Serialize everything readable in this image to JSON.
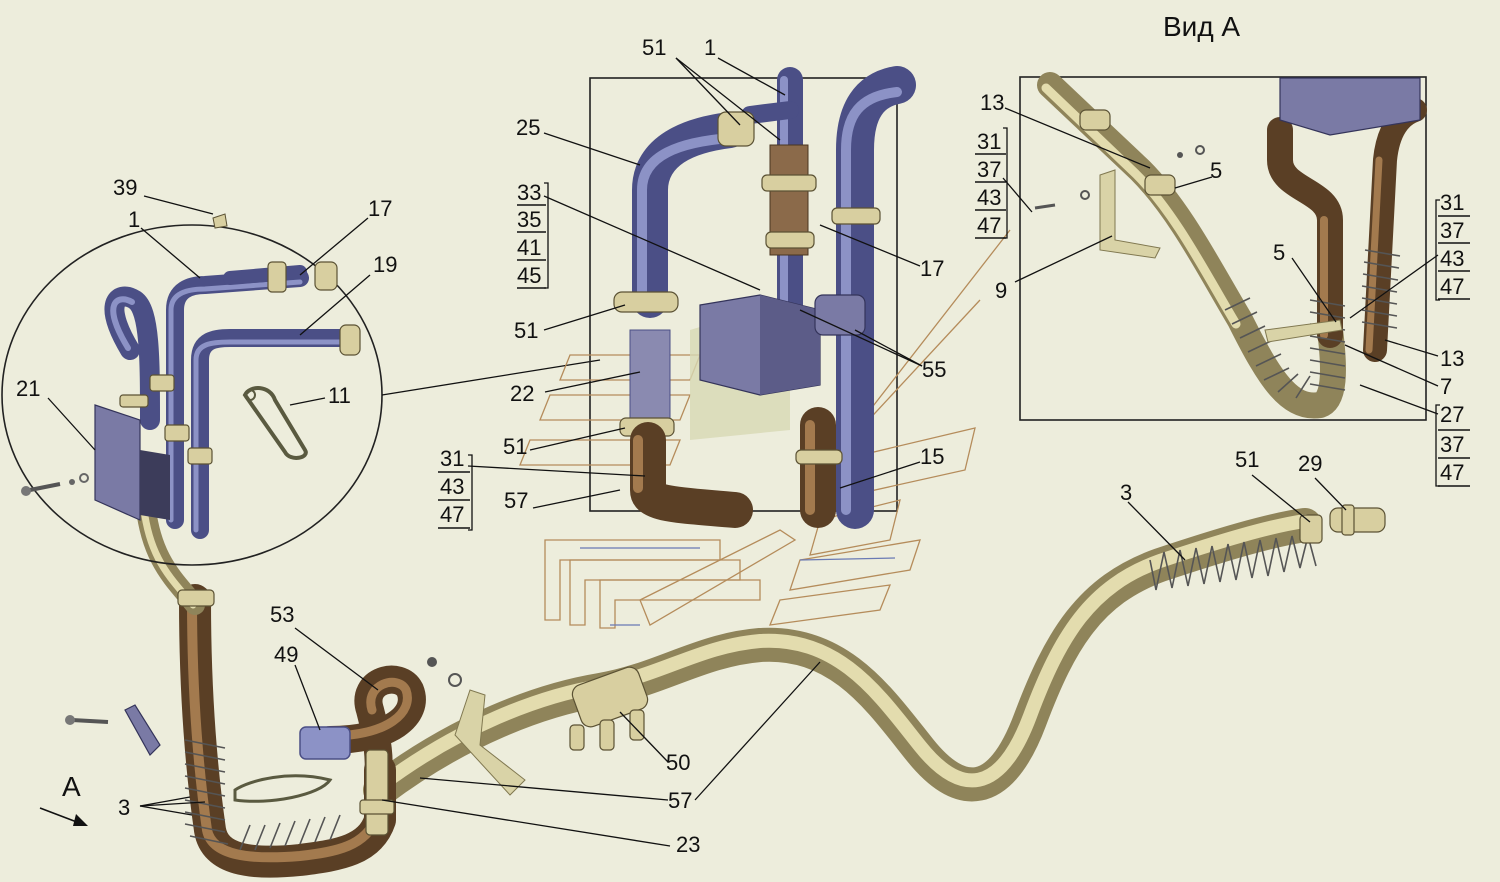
{
  "view_title": "Вид А",
  "arrow_label": "А",
  "labels": {
    "l39": "39",
    "l1_left": "1",
    "l17_left": "17",
    "l19": "19",
    "l21": "21",
    "l11": "11",
    "l51_top": "51",
    "l1_top": "1",
    "l25": "25",
    "l33": "33",
    "l35": "35",
    "l41": "41",
    "l45": "45",
    "l51_mid": "51",
    "l17_mid": "17",
    "l55": "55",
    "l22": "22",
    "l51_low": "51",
    "l31_mid": "31",
    "l43_mid": "43",
    "l47_mid": "47",
    "l57_mid": "57",
    "l15": "15",
    "l13_top": "13",
    "l5_top": "5",
    "l31_a": "31",
    "l37_a": "37",
    "l43_a": "43",
    "l47_a": "47",
    "l9": "9",
    "l5_right": "5",
    "l31_b": "31",
    "l37_b": "37",
    "l43_b": "43",
    "l47_b": "47",
    "l13_right": "13",
    "l7": "7",
    "l27": "27",
    "l37_c": "37",
    "l47_c": "47",
    "l51_right": "51",
    "l29": "29",
    "l3_right": "3",
    "l53": "53",
    "l49": "49",
    "l50": "50",
    "l57_low": "57",
    "l23": "23",
    "l3_left": "3"
  },
  "colors": {
    "background": "#ededdc",
    "hose_blue": "#4b4f86",
    "hose_tan": "#8f845a",
    "hose_brown": "#5a3f25",
    "ink": "#111111"
  }
}
